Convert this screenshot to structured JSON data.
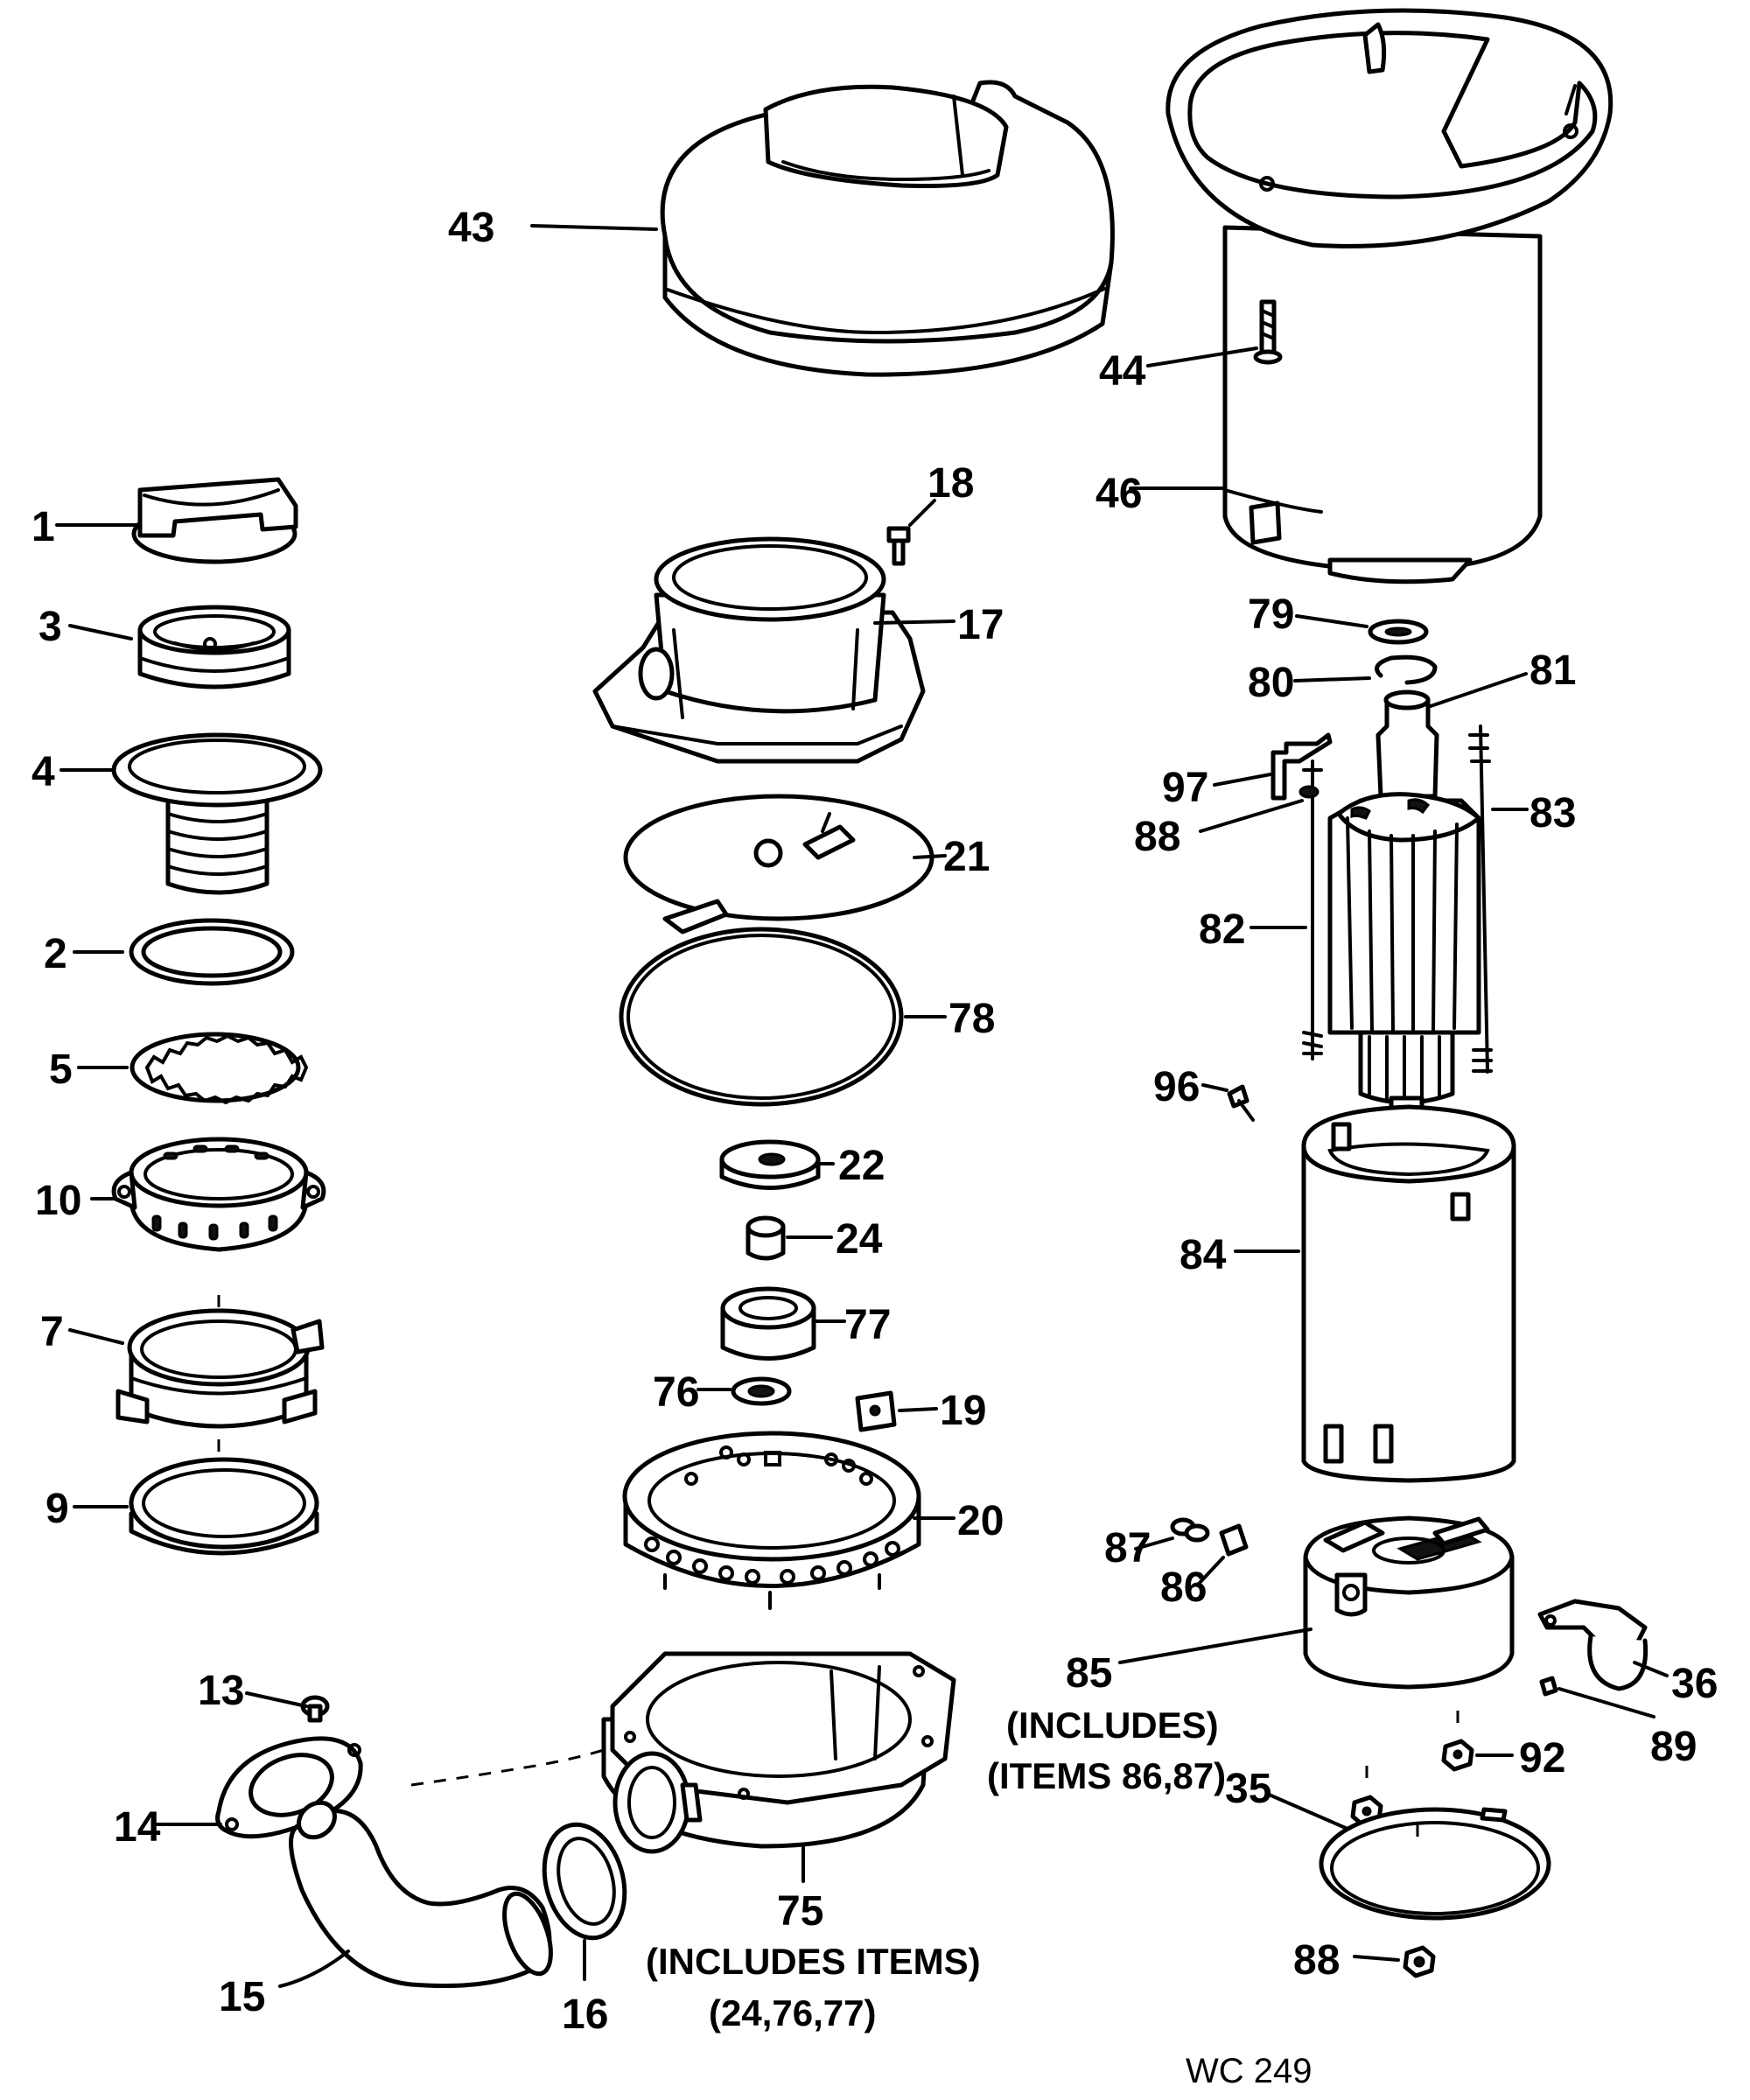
{
  "parts": {
    "p1": "1",
    "p2": "2",
    "p3": "3",
    "p4": "4",
    "p5": "5",
    "p7": "7",
    "p9": "9",
    "p10": "10",
    "p13": "13",
    "p14": "14",
    "p15": "15",
    "p16": "16",
    "p17": "17",
    "p18": "18",
    "p19": "19",
    "p20": "20",
    "p21": "21",
    "p22": "22",
    "p24": "24",
    "p35": "35",
    "p36": "36",
    "p43": "43",
    "p44": "44",
    "p46": "46",
    "p75": "75",
    "p76": "76",
    "p77": "77",
    "p78": "78",
    "p79": "79",
    "p80": "80",
    "p81": "81",
    "p82": "82",
    "p83": "83",
    "p84": "84",
    "p85": "85",
    "p86": "86",
    "p87": "87",
    "p88a": "88",
    "p88b": "88",
    "p89": "89",
    "p92": "92",
    "p96": "96",
    "p97": "97"
  },
  "notes": {
    "n75_line1": "(INCLUDES ITEMS)",
    "n75_line2": "(24,76,77)",
    "n85_line1": "(INCLUDES)",
    "n85_line2": "(ITEMS 86,87)"
  },
  "figure_code": "WC 249"
}
